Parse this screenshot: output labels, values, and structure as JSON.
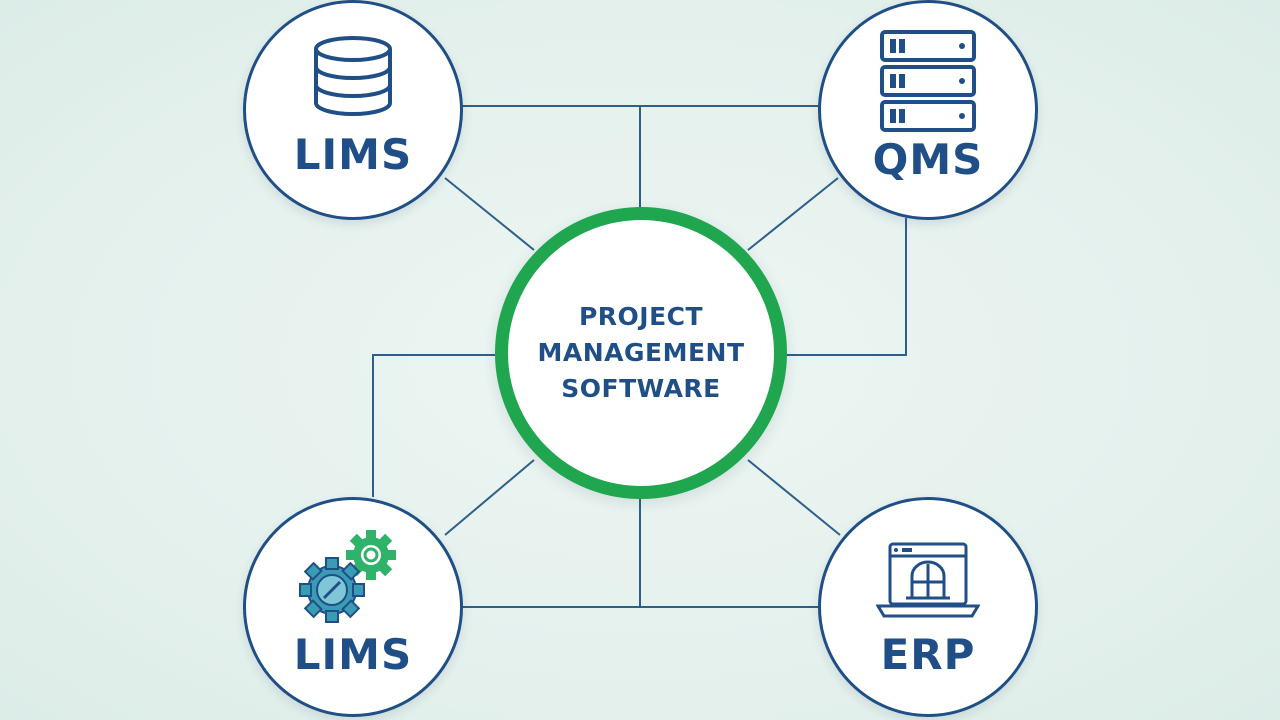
{
  "colors": {
    "node_border": "#1f4f86",
    "hub_border": "#1fa64f",
    "link": "#2e5f8a",
    "text": "#1f4f86",
    "gear_teal": "#3a9bb5",
    "gear_green": "#2fb36b",
    "background": "#e6f2ef"
  },
  "hub": {
    "lines": [
      "PROJECT",
      "MANAGEMENT",
      "SOFTWARE"
    ]
  },
  "nodes": {
    "top_left": {
      "label": "LIMS",
      "icon": "database-icon"
    },
    "top_right": {
      "label": "QMS",
      "icon": "server-rack-icon"
    },
    "bottom_left": {
      "label": "LIMS",
      "icon": "gears-icon"
    },
    "bottom_right": {
      "label": "ERP",
      "icon": "laptop-app-icon"
    }
  }
}
